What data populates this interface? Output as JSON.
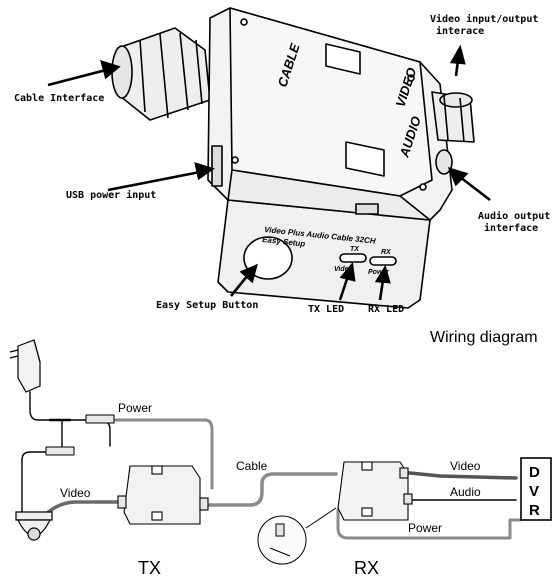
{
  "callouts": {
    "cable_interface": "Cable Interface",
    "video_io_line1": "Video input/output",
    "video_io_line2": "interace",
    "usb_power": "USB power input",
    "audio_output_line1": "Audio output",
    "audio_output_line2": "interface",
    "easy_setup_button": "Easy Setup Button",
    "tx_led": "TX LED",
    "rx_led": "RX LED"
  },
  "device": {
    "top_label_cable": "CABLE",
    "top_label_video": "VIDEO",
    "top_label_audio": "AUDIO",
    "front_title_line1": "Video Plus Audio Cable 32CH",
    "front_title_line2": "Easy Setup",
    "led_tx": "TX",
    "led_rx": "RX",
    "led_video": "Video",
    "led_power": "Power"
  },
  "wiring": {
    "heading": "Wiring diagram",
    "power_top": "Power",
    "video_left": "Video",
    "cable_mid": "Cable",
    "video_right": "Video",
    "audio_right": "Audio",
    "power_right": "Power",
    "dvr_letters": [
      "D",
      "V",
      "R"
    ],
    "tx_label": "TX",
    "rx_label": "RX"
  },
  "colors": {
    "line": "#000000",
    "cable_gray": "#8a8a8a",
    "device_fill": "#f2f2f2"
  }
}
